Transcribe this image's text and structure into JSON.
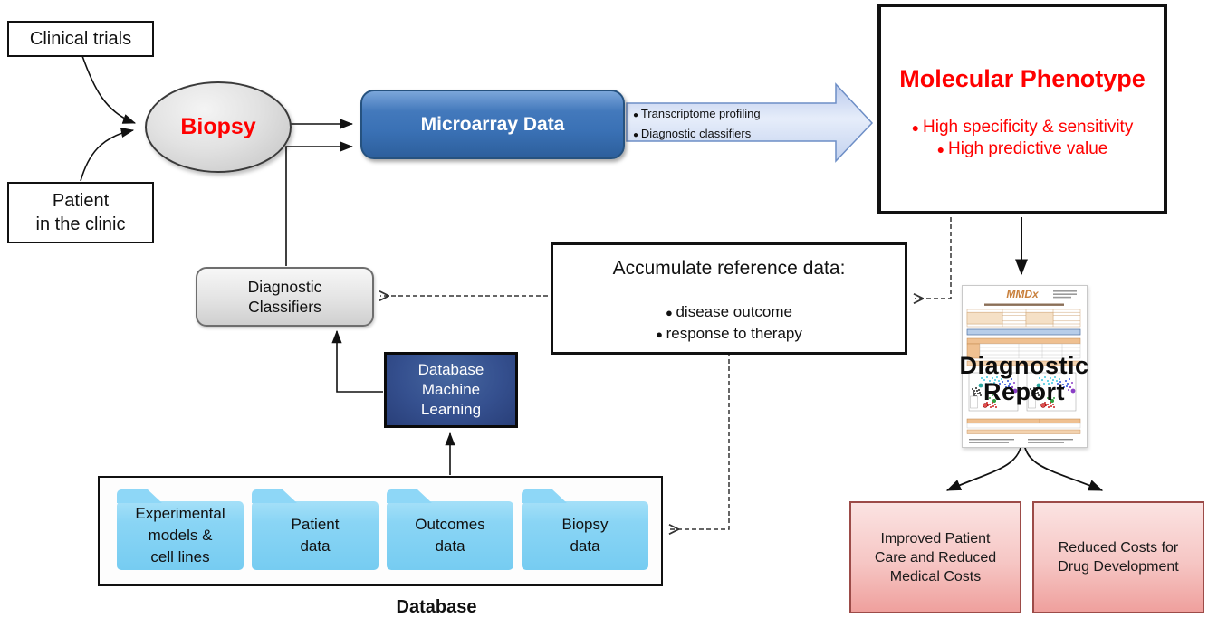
{
  "title": "Molecular diagnostics workflow diagram",
  "colors": {
    "highlight_red": "#ff0000",
    "microarray_blue": "#3a71b5",
    "flow_arrow_fill": "#dce6f7",
    "machine_learning_navy": "#35508f",
    "folder_blue": "#7dd0f3",
    "outcome_pink": "#f5b8b5",
    "outcome_border": "#9c4b48",
    "classifier_gray": "#d9d9d9"
  },
  "sources": {
    "clinical_trials": "Clinical trials",
    "patient": [
      "Patient",
      "in the clinic"
    ]
  },
  "biopsy": {
    "label": "Biopsy"
  },
  "microarray": {
    "label": "Microarray Data"
  },
  "flow_arrow": {
    "bullets": [
      "Transcriptome profiling",
      "Diagnostic classifiers"
    ]
  },
  "molecular_phenotype": {
    "title": "Molecular Phenotype",
    "bullets": [
      "High specificity & sensitivity",
      "High predictive value"
    ]
  },
  "accumulate": {
    "title": "Accumulate reference data:",
    "bullets": [
      "disease outcome",
      "response to therapy"
    ]
  },
  "classifiers": {
    "lines": [
      "Diagnostic",
      "Classifiers"
    ]
  },
  "machine_learning": {
    "lines": [
      "Database",
      "Machine",
      "Learning"
    ]
  },
  "database": {
    "label": "Database",
    "folders": [
      [
        "Experimental",
        "models &",
        "cell lines"
      ],
      [
        "Patient",
        "data"
      ],
      [
        "Outcomes",
        "data"
      ],
      [
        "Biopsy",
        "data"
      ]
    ]
  },
  "report": {
    "logo": "MMDx",
    "overlay": [
      "Diagnostic",
      "Report"
    ]
  },
  "outcomes": {
    "left": [
      "Improved Patient",
      "Care and Reduced",
      "Medical Costs"
    ],
    "right": [
      "Reduced Costs for",
      "Drug Development"
    ]
  }
}
